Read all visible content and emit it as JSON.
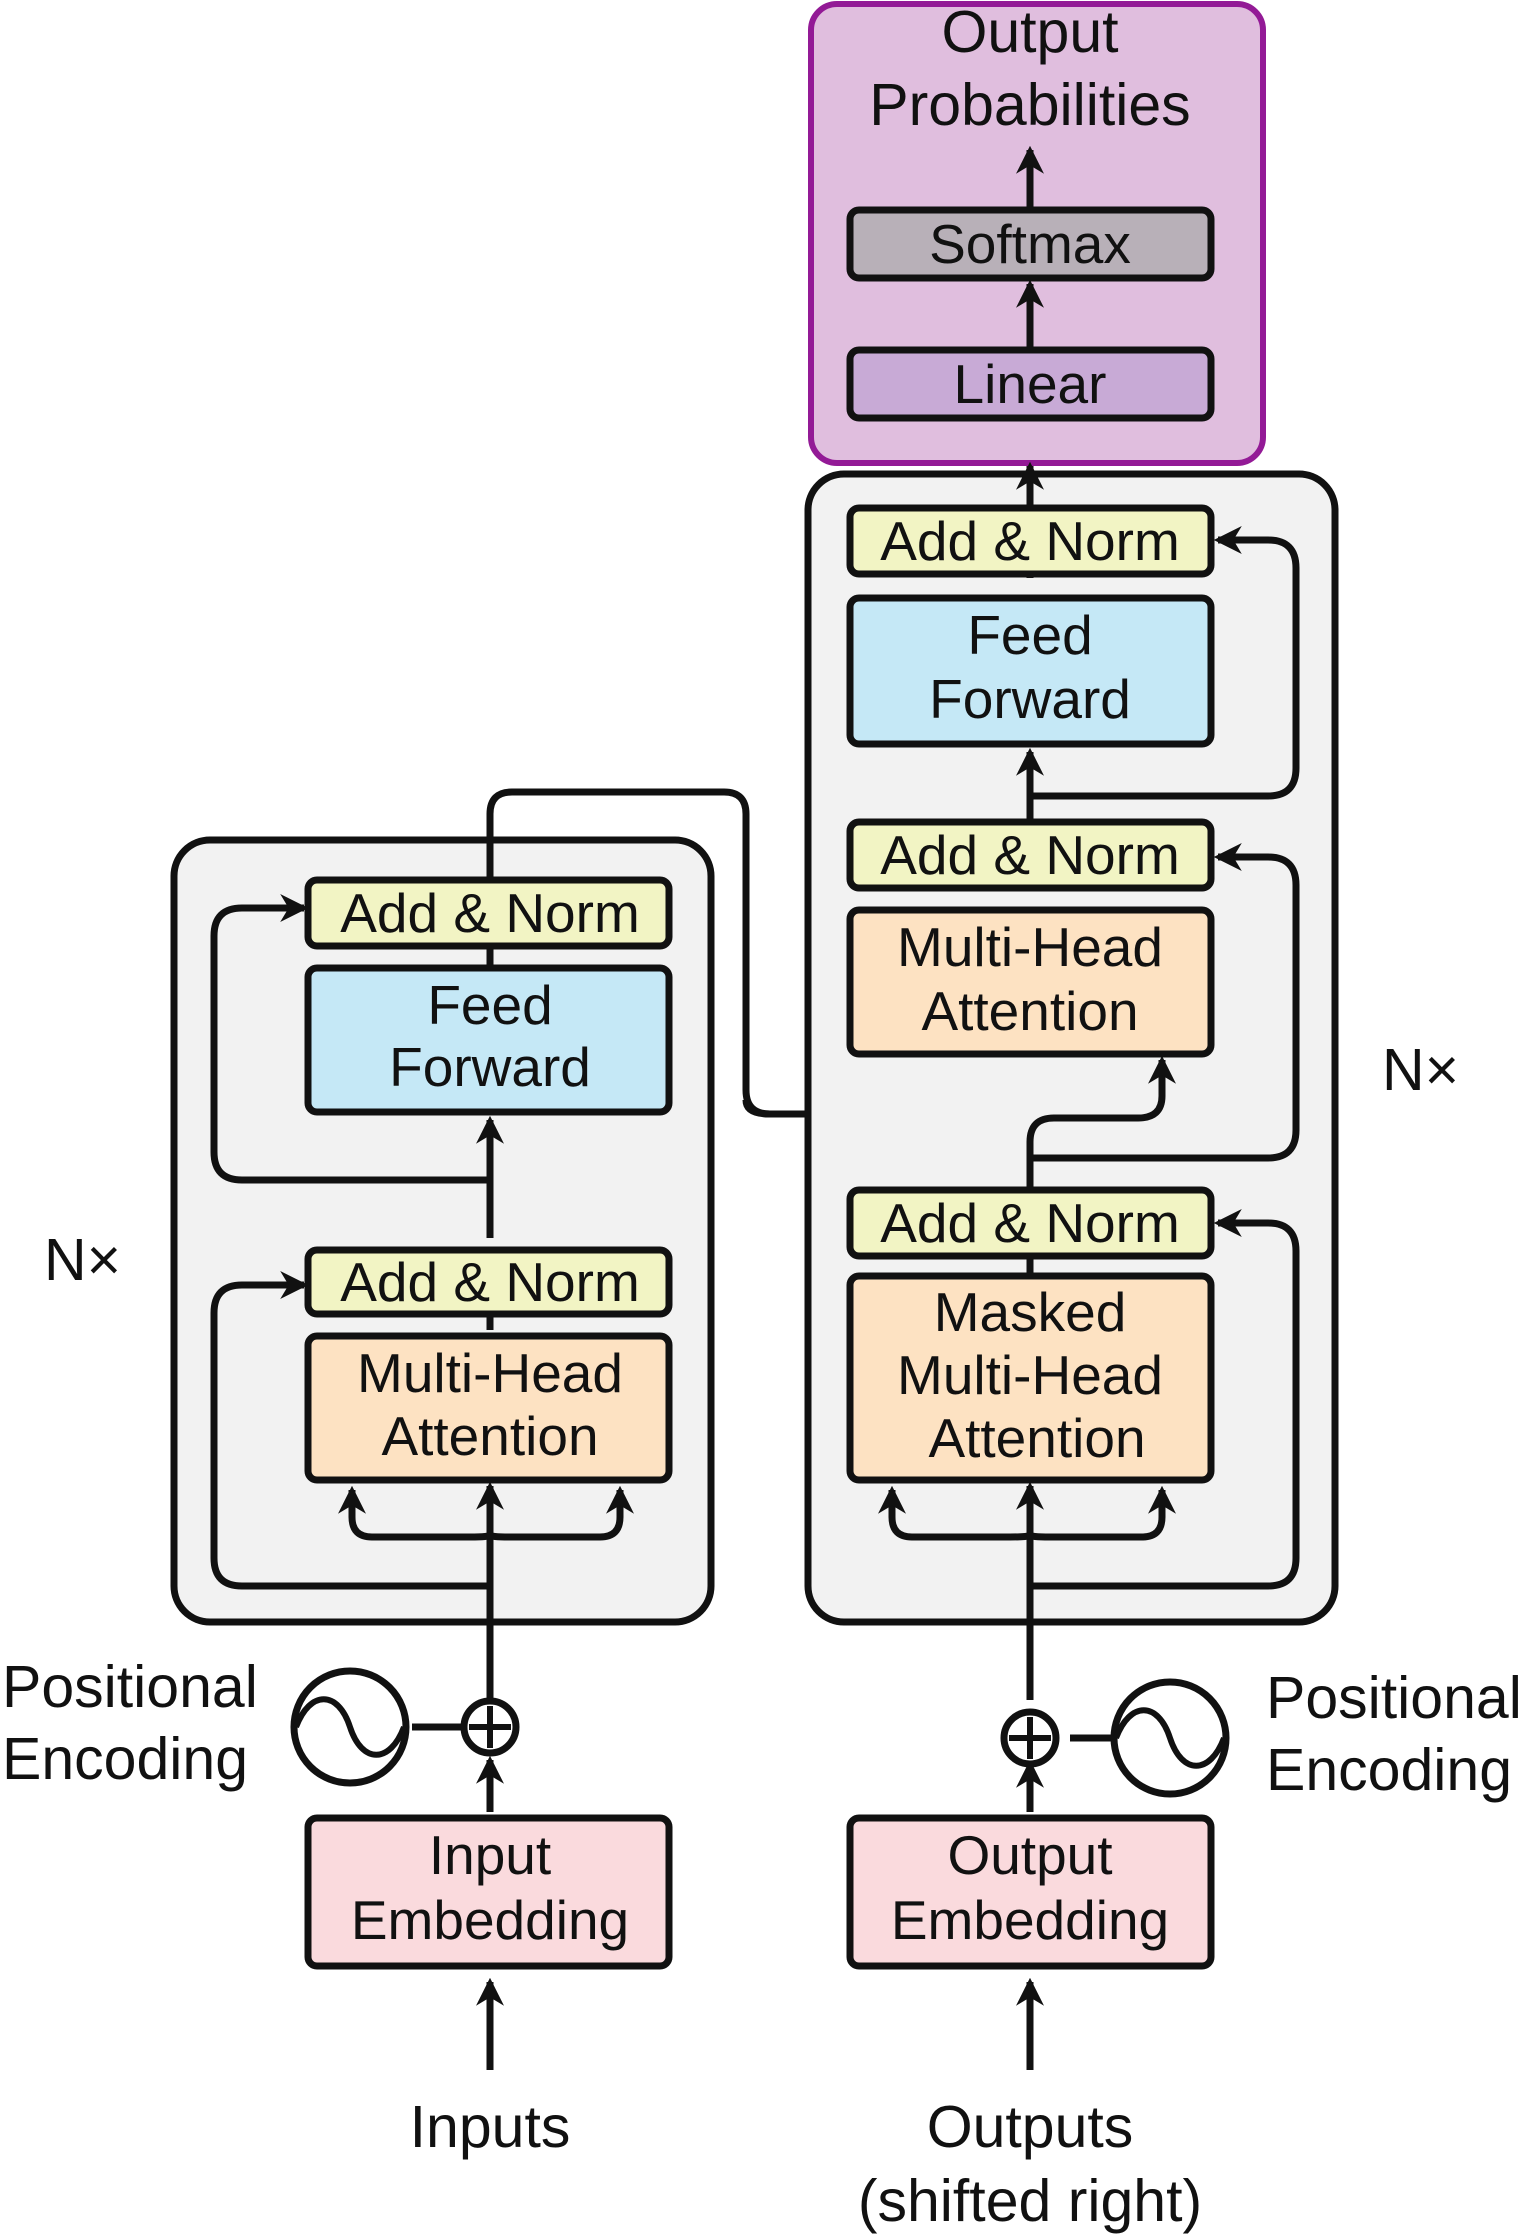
{
  "colors": {
    "stroke": "#111111",
    "stack_bg": "#f2f2f2",
    "add_norm": "#f2f4c4",
    "feed_forward": "#c5e8f6",
    "attention": "#fde2c2",
    "embedding": "#fadadd",
    "softmax": "#b8b0b8",
    "linear": "#c8aad6",
    "output_block_bg": "#e0bede",
    "output_block_border": "#931a96"
  },
  "icons": {
    "positional_encoding": "sine-wave-icon",
    "add": "circle-plus-icon"
  },
  "output_block": {
    "title_line1": "Output",
    "title_line2": "Probabilities",
    "softmax": "Softmax",
    "linear": "Linear"
  },
  "encoder": {
    "repeat": "N×",
    "add_norm_top": "Add & Norm",
    "feed_forward_line1": "Feed",
    "feed_forward_line2": "Forward",
    "add_norm_bottom": "Add & Norm",
    "attention_line1": "Multi-Head",
    "attention_line2": "Attention",
    "positional_line1": "Positional",
    "positional_line2": "Encoding",
    "embedding_line1": "Input",
    "embedding_line2": "Embedding",
    "input_label": "Inputs"
  },
  "decoder": {
    "repeat": "N×",
    "add_norm_top": "Add & Norm",
    "feed_forward_line1": "Feed",
    "feed_forward_line2": "Forward",
    "add_norm_mid": "Add & Norm",
    "cross_attention_line1": "Multi-Head",
    "cross_attention_line2": "Attention",
    "add_norm_bottom": "Add & Norm",
    "masked_line1": "Masked",
    "masked_line2": "Multi-Head",
    "masked_line3": "Attention",
    "positional_line1": "Positional",
    "positional_line2": "Encoding",
    "embedding_line1": "Output",
    "embedding_line2": "Embedding",
    "output_label_line1": "Outputs",
    "output_label_line2": "(shifted right)"
  }
}
